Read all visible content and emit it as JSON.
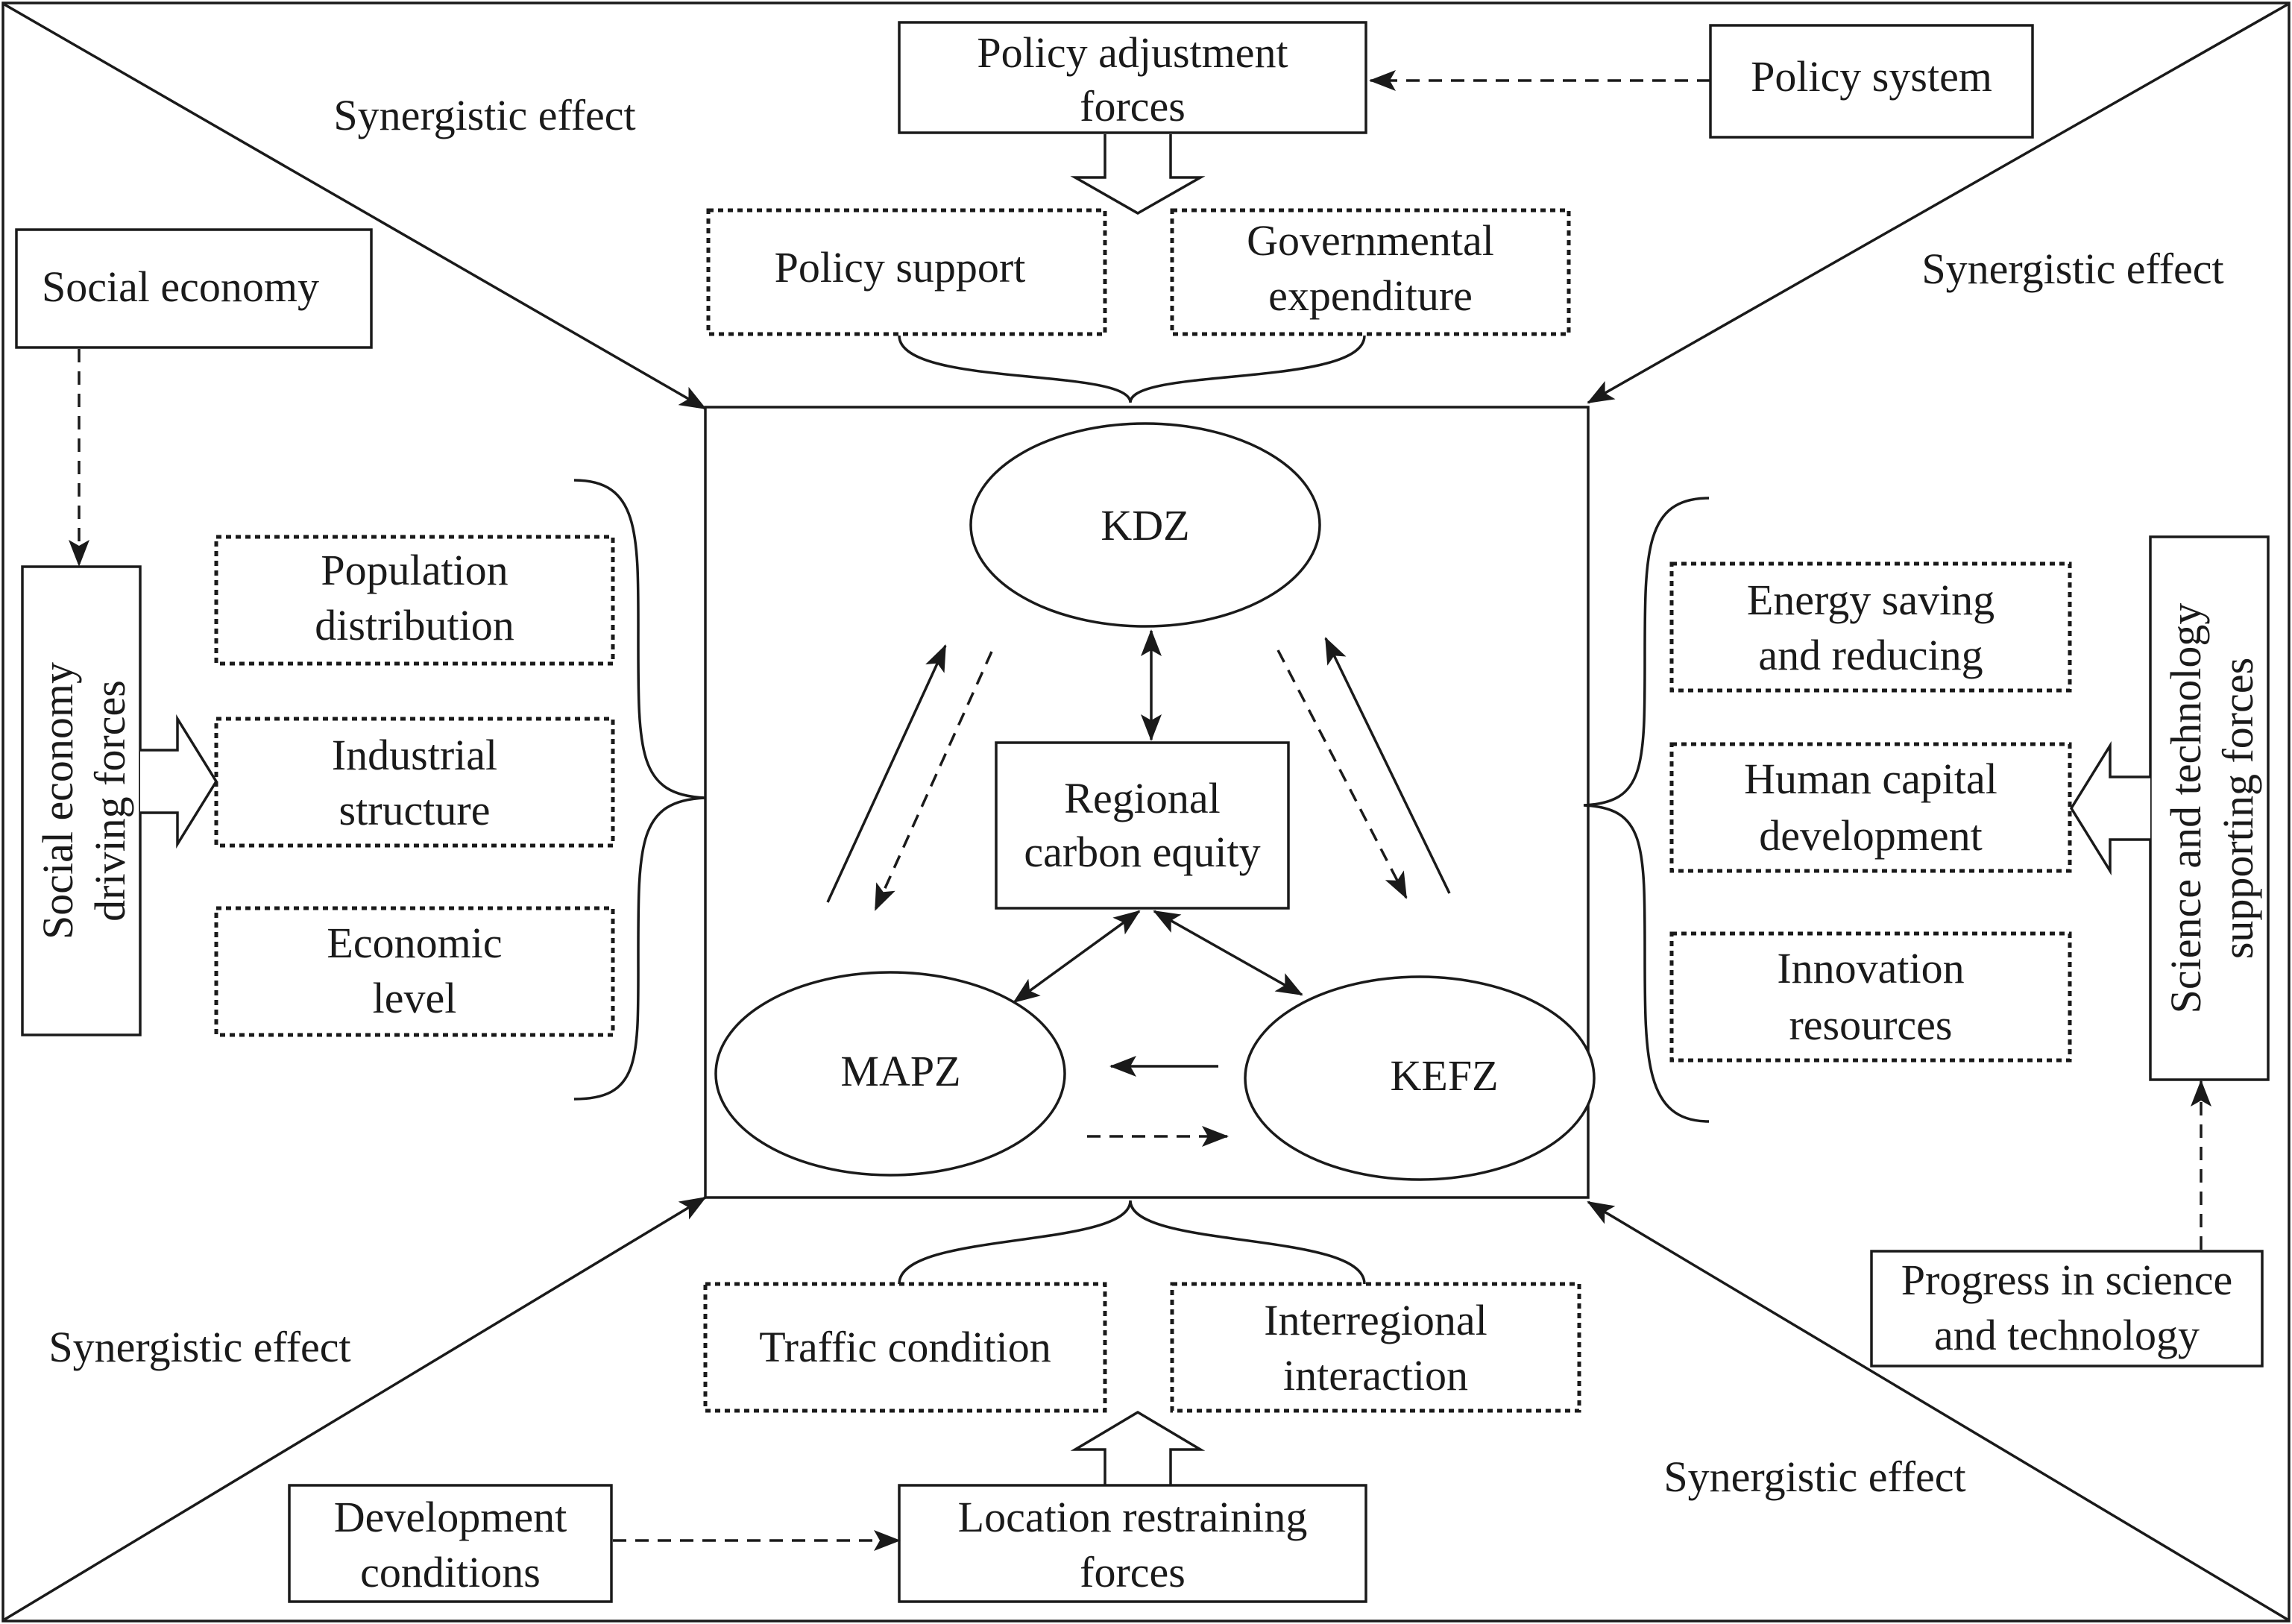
{
  "labels": {
    "synergistic_top_left": "Synergistic effect",
    "synergistic_top_right": "Synergistic effect",
    "synergistic_bottom_left": "Synergistic effect",
    "synergistic_bottom_right": "Synergistic effect"
  },
  "top": {
    "policy_adjustment": [
      "Policy adjustment",
      "forces"
    ],
    "policy_system": "Policy system",
    "policy_support": "Policy support",
    "governmental_expenditure": [
      "Governmental",
      "expenditure"
    ]
  },
  "left": {
    "social_economy": "Social economy",
    "driving_forces": [
      "Social economy",
      "driving  forces"
    ],
    "population_distribution": [
      "Population",
      "distribution"
    ],
    "industrial_structure": [
      "Industrial",
      "structure"
    ],
    "economic_level": [
      "Economic",
      "level"
    ]
  },
  "right": {
    "supporting_forces": [
      "Science and technology",
      "supporting forces"
    ],
    "energy_saving": [
      "Energy saving",
      "and reducing"
    ],
    "human_capital": [
      "Human capital",
      "development"
    ],
    "innovation_resources": [
      "Innovation",
      "resources"
    ],
    "progress": [
      "Progress in science",
      "and technology"
    ]
  },
  "bottom": {
    "traffic_condition": "Traffic condition",
    "interregional_interaction": [
      "Interregional",
      "interaction"
    ],
    "development_conditions": [
      "Development",
      "conditions"
    ],
    "location_restraining": [
      "Location restraining",
      "forces"
    ]
  },
  "center": {
    "kdz": "KDZ",
    "mapz": "MAPZ",
    "kefz": "KEFZ",
    "regional_carbon_equity": [
      "Regional",
      "carbon equity"
    ]
  }
}
